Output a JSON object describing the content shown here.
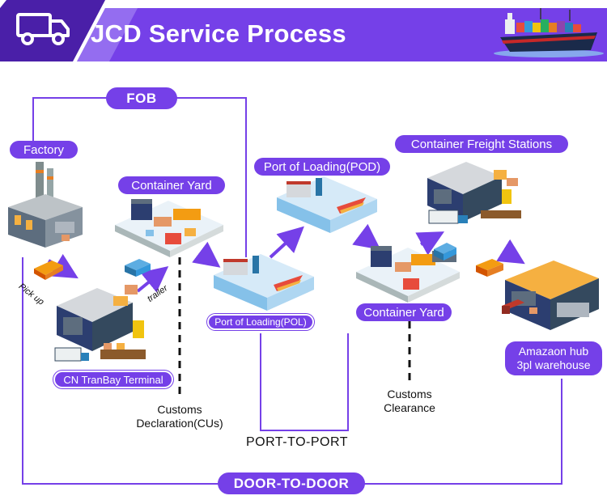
{
  "header": {
    "title": "JCD Service Process",
    "colors": {
      "purple": "#7540e8",
      "dark_purple": "#4a1fa8",
      "banner_light": "#a98cf5"
    },
    "icons": [
      "truck-icon",
      "cargo-ship-icon"
    ]
  },
  "route_labels": {
    "fob": "FOB",
    "port_to_port": "PORT-TO-PORT",
    "door_to_door": "DOOR-TO-DOOR"
  },
  "nodes": {
    "factory": "Factory",
    "cn_terminal": "CN TranBay Terminal",
    "container_yard_origin": "Container Yard",
    "port_of_loading_pol": "Port of Loading(POL)",
    "port_of_loading_pod": "Port of Loading(POD)",
    "container_yard_dest": "Container Yard",
    "cfs": "Container Freight Stations",
    "amazon_hub_line1": "Amazaon hub",
    "amazon_hub_line2": "3pl warehouse"
  },
  "transport_labels": {
    "pickup": "Pick up",
    "trailer": "trailer"
  },
  "notes": {
    "customs_declaration_line1": "Customs",
    "customs_declaration_line2": "Declaration(CUs)",
    "customs_clearance_line1": "Customs",
    "customs_clearance_line2": "Clearance"
  }
}
